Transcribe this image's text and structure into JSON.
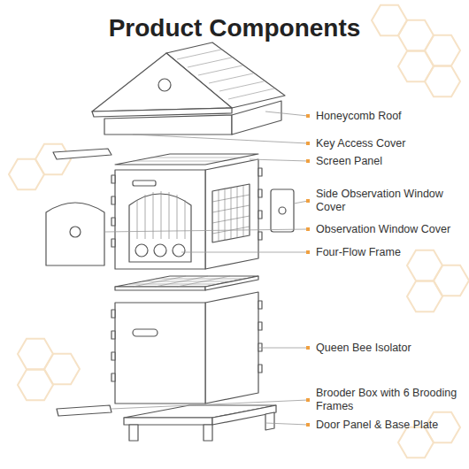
{
  "diagram": {
    "title": "Product Components",
    "labels": [
      "Honeycomb Roof",
      "Key Access Cover",
      "Screen Panel",
      "Side Observation Window Cover",
      "Observation Window Cover",
      "Four-Flow Frame",
      "Queen Bee Isolator",
      "Brooder Box with 6 Brooding Frames",
      "Door Panel & Base Plate"
    ]
  }
}
